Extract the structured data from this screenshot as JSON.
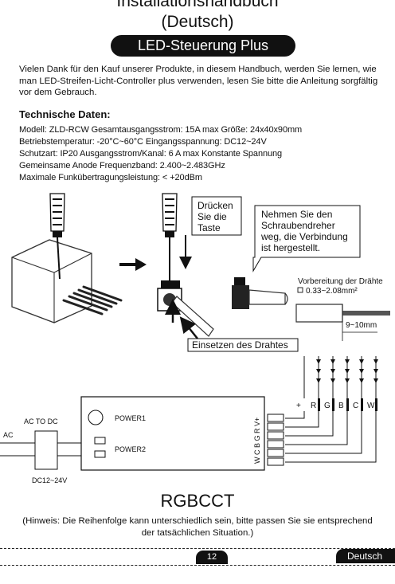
{
  "header": {
    "title_line1": "Installationshandbuch",
    "title_line2": "(Deutsch)",
    "product": "LED-Steuerung Plus"
  },
  "intro": "Vielen Dank für den Kauf unserer Produkte, in diesem Handbuch, werden Sie lernen, wie man LED-Streifen-Licht-Controller plus verwenden, lesen Sie bitte die Anleitung sorgfältig vor dem Gebrauch.",
  "specs": {
    "heading": "Technische Daten:",
    "lines": [
      "Modell: ZLD-RCW   Gesamtausgangsstrom: 15A max   Größe: 24x40x90mm",
      "Betriebstemperatur: -20°C~60°C   Eingangsspannung: DC12~24V",
      "Schutzart: IP20   Ausgangsstrom/Kanal: 6 A max   Konstante Spannung",
      "Gemeinsame Anode Frequenzband: 2.400~2.483GHz",
      "Maximale Funkübertragungsleistung: < +20dBm"
    ]
  },
  "install_diagram": {
    "press_label": [
      "Drücken",
      "Sie die",
      "Taste"
    ],
    "release_label": [
      "Nehmen Sie den",
      "Schraubendreher",
      "weg, die Verbindung",
      "ist hergestellt."
    ],
    "wire_prep_title": "Vorbereitung der Drähte",
    "wire_gauge": "0.33~2.08mm²",
    "strip_length": "9~10mm",
    "insert_label": "Einsetzen des Drahtes"
  },
  "wiring": {
    "ac_to_dc": "AC TO DC",
    "ac": "AC",
    "dc_voltage": "DC12~24V",
    "power1": "POWER1",
    "power2": "POWER2",
    "terminal_labels": "W C B G R V+",
    "plus": "+",
    "channels": [
      "R",
      "G",
      "B",
      "C",
      "W"
    ]
  },
  "footer": {
    "type": "RGBCCT",
    "hint": "(Hinweis: Die Reihenfolge kann unterschiedlich sein, bitte passen Sie sie entsprechend der tatsächlichen Situation.)",
    "page": "12",
    "language": "Deutsch"
  }
}
